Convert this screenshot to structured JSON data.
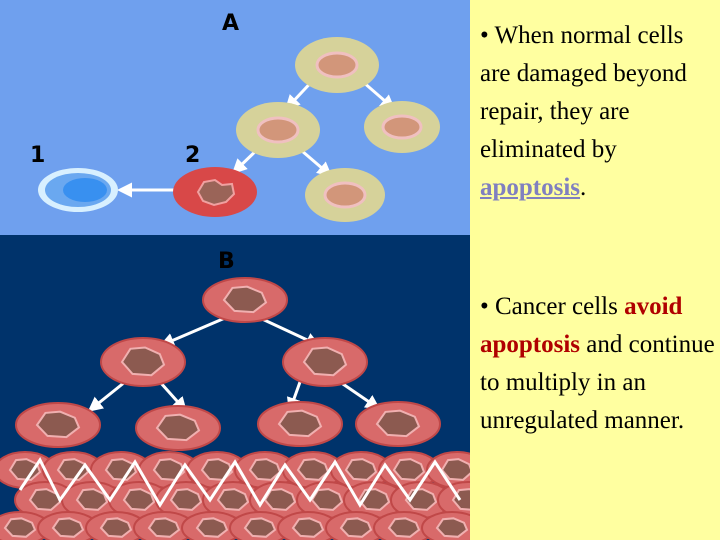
{
  "diagram": {
    "panel_a_label": "A",
    "panel_b_label": "B",
    "fate_1_label": "1",
    "fate_2_label": "2",
    "colors": {
      "panel_a_bg": "#6fa0ee",
      "panel_b_bg": "#00336b",
      "normal_cell_outer": "#d6d29a",
      "normal_cell_nucleus": "#d2967a",
      "damaged_cell": "#d84848",
      "cancer_cell": "#d86a6a",
      "cancer_nucleus": "#8c5a50",
      "apoptotic_ring": "#d8f0ff",
      "apoptotic_core": "#6aa8f0",
      "arrow": "#ffffff"
    }
  },
  "bullets": [
    {
      "prefix": "• When normal cells are damaged beyond repair, they are eliminated by ",
      "link_text": "apoptosis",
      "suffix": "."
    },
    {
      "prefix": "• Cancer cells ",
      "emphasis": "avoid apoptosis",
      "suffix": " and continue to multiply in an unregulated manner."
    }
  ]
}
